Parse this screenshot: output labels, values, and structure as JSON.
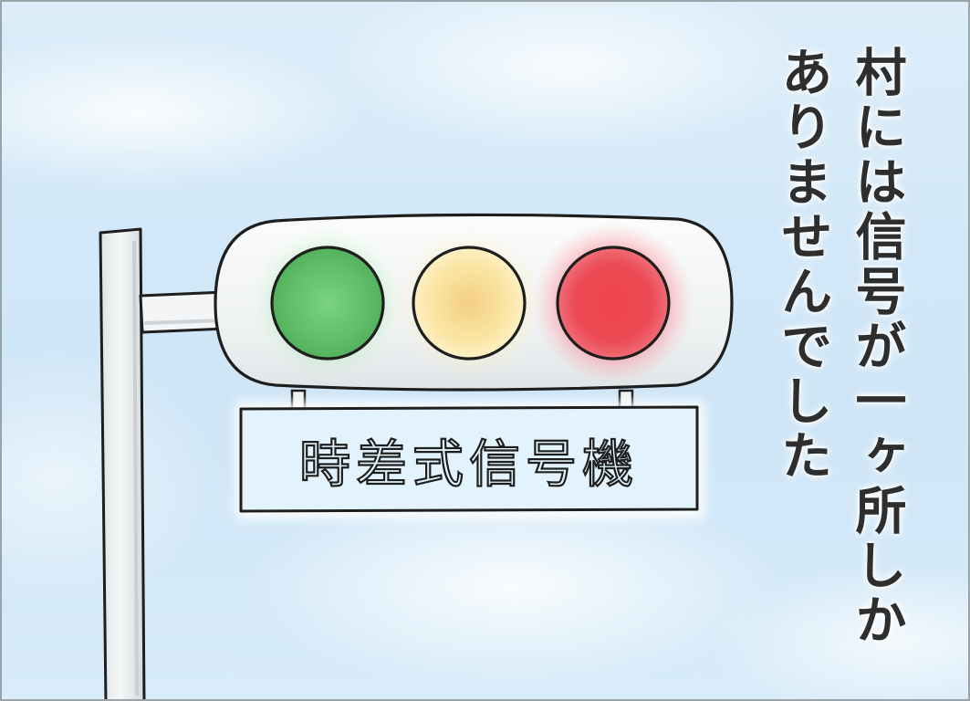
{
  "illustration": {
    "sign_text": "時差式信号機",
    "caption_lines": [
      "村には信号が一ヶ所しか",
      "ありませんでした"
    ],
    "colors": {
      "sky": "#d2e8f8",
      "housing": "#f4f6f7",
      "outline": "#1e1e1e",
      "pole": "#f0f2f3",
      "sign_plate": "#e3f3fd",
      "lamp_green": "#63c46e",
      "lamp_yellow": "#f8d98a",
      "lamp_red": "#ee4a52"
    },
    "lamps": [
      {
        "name": "green-lamp",
        "color": "#63c46e"
      },
      {
        "name": "yellow-lamp",
        "color": "#f8d98a"
      },
      {
        "name": "red-lamp",
        "color": "#ee4a52"
      }
    ]
  }
}
